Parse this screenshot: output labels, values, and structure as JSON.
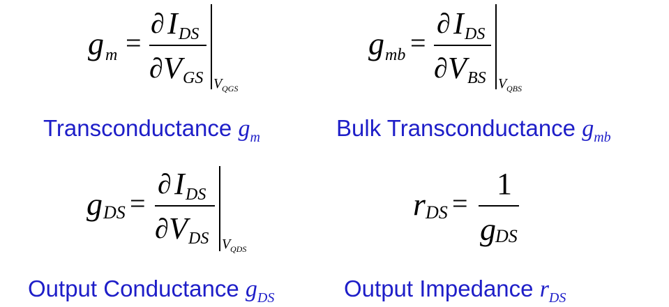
{
  "equations": {
    "gm": {
      "lhs_main": "g",
      "lhs_sub": "m",
      "eq_sign": "=",
      "num_partial": "∂",
      "num_main": "I",
      "num_sub": "DS",
      "den_partial": "∂",
      "den_main": "V",
      "den_sub": "GS",
      "eval_main": "V",
      "eval_sub": "QGS"
    },
    "gmb": {
      "lhs_main": "g",
      "lhs_sub": "mb",
      "eq_sign": "=",
      "num_partial": "∂",
      "num_main": "I",
      "num_sub": "DS",
      "den_partial": "∂",
      "den_main": "V",
      "den_sub": "BS",
      "eval_main": "V",
      "eval_sub": "QBS"
    },
    "gds": {
      "lhs_main": "g",
      "lhs_sub": "DS",
      "eq_sign": "=",
      "num_partial": "∂",
      "num_main": "I",
      "num_sub": "DS",
      "den_partial": "∂",
      "den_main": "V",
      "den_sub": "DS",
      "eval_main": "V",
      "eval_sub": "QDS"
    },
    "rds": {
      "lhs_main": "r",
      "lhs_sub": "DS",
      "eq_sign": "=",
      "numerator": "1",
      "den_main": "g",
      "den_sub": "DS"
    }
  },
  "captions": {
    "gm": {
      "text": "Transconductance",
      "sym_main": "g",
      "sym_sub": "m"
    },
    "gmb": {
      "text": "Bulk Transconductance",
      "sym_main": "g",
      "sym_sub": "mb"
    },
    "gds": {
      "text": "Output Conductance",
      "sym_main": "g",
      "sym_sub": "DS"
    },
    "rds": {
      "text": "Output Impedance",
      "sym_main": "r",
      "sym_sub": "DS"
    }
  },
  "colors": {
    "caption": "#1e1ec8",
    "equation": "#000000",
    "background": "#ffffff"
  }
}
